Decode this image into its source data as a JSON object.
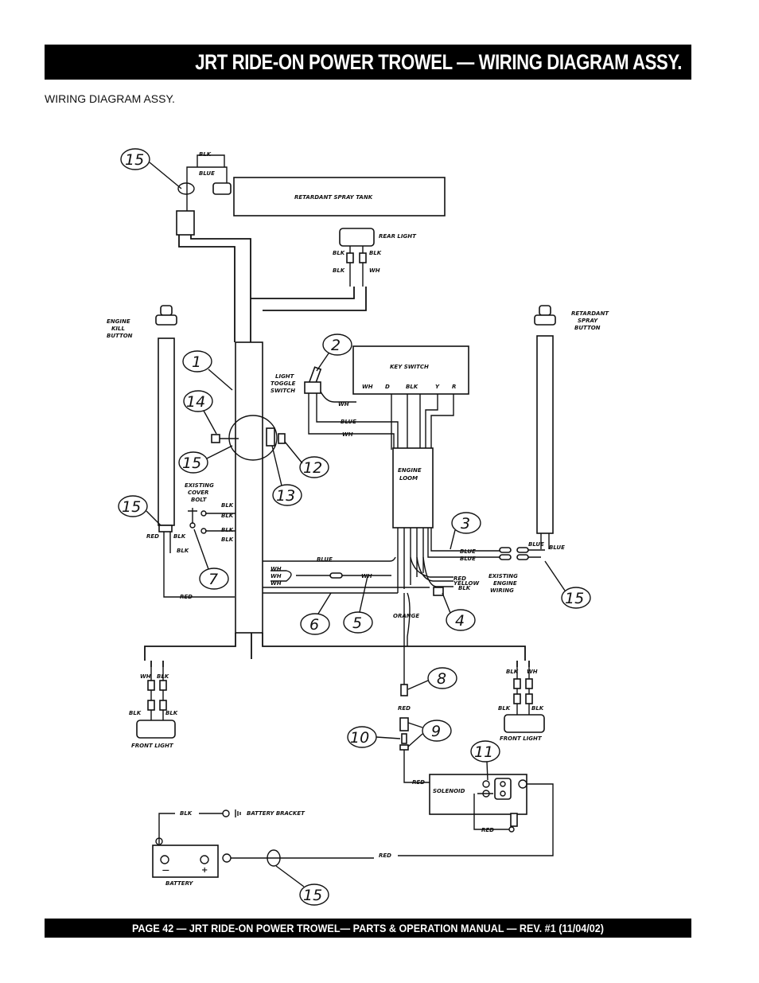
{
  "header": {
    "title": "JRT RIDE-ON POWER TROWEL  — WIRING DIAGRAM ASSY."
  },
  "subtitle": "WIRING DIAGRAM  ASSY.",
  "footer": {
    "text": "PAGE 42 — JRT RIDE-ON POWER TROWEL— PARTS & OPERATION MANUAL — REV. #1 (11/04/02)"
  },
  "diagram": {
    "components": {
      "spray_tank": "RETARDANT SPRAY TANK",
      "rear_light": "REAR LIGHT",
      "engine_kill": [
        "ENGINE",
        "KILL",
        "BUTTON"
      ],
      "retardant_spray": [
        "RETARDANT",
        "SPRAY",
        "BUTTON"
      ],
      "key_switch": "KEY SWITCH",
      "light_toggle": [
        "LIGHT",
        "TOGGLE",
        "SWITCH"
      ],
      "engine_loom": [
        "ENGINE",
        "LOOM"
      ],
      "existing_cover_bolt": [
        "EXISTING",
        "COVER",
        "BOLT"
      ],
      "existing_engine_wiring": [
        "EXISTING",
        "ENGINE",
        "WIRING"
      ],
      "front_light_left": "FRONT LIGHT",
      "front_light_right": "FRONT LIGHT",
      "solenoid": "SOLENOID",
      "battery": "BATTERY",
      "battery_bracket": "BATTERY BRACKET"
    },
    "wire_labels": {
      "blk": "BLK",
      "blue": "BLUE",
      "wh": "WH",
      "red": "RED",
      "orange": "ORANGE",
      "yellow": "YELLOW",
      "d": "D",
      "y": "Y",
      "r": "R"
    },
    "callouts": [
      "1",
      "2",
      "3",
      "4",
      "5",
      "6",
      "7",
      "8",
      "9",
      "10",
      "11",
      "12",
      "13",
      "14",
      "15"
    ]
  }
}
